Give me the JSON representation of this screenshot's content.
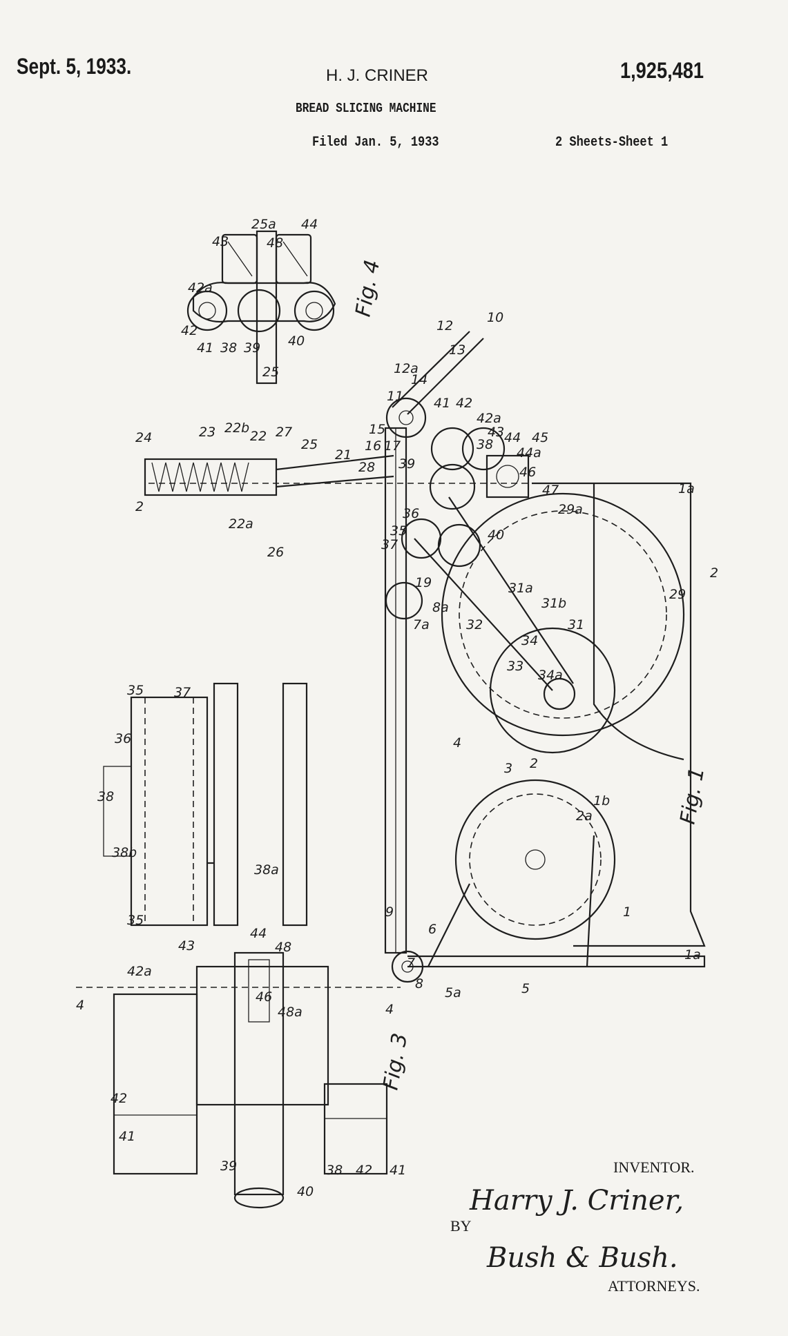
{
  "header": {
    "date": "Sept. 5, 1933.",
    "inventor": "H. J. CRINER",
    "patent_number": "1,925,481",
    "title": "BREAD SLICING MACHINE",
    "filed": "Filed Jan. 5, 1933",
    "sheets": "2 Sheets-Sheet 1"
  },
  "figures": {
    "fig1": "Fig. 1",
    "fig3": "Fig. 3",
    "fig4": "Fig. 4"
  },
  "footer": {
    "inventor_label": "INVENTOR.",
    "inventor_signature": "Harry J. Criner,",
    "by_label": "BY",
    "attorney_signature": "Bush & Bush.",
    "attorneys_label": "ATTORNEYS."
  },
  "labels": [
    "43",
    "25a",
    "48",
    "44",
    "42a",
    "42",
    "41",
    "38",
    "39",
    "40",
    "25",
    "10",
    "12",
    "13",
    "12a",
    "14",
    "11",
    "41",
    "42",
    "42a",
    "43",
    "38",
    "44",
    "44a",
    "45",
    "46",
    "15",
    "16",
    "17",
    "39",
    "21",
    "28",
    "25",
    "27",
    "22",
    "22b",
    "23",
    "24",
    "22a",
    "26",
    "2",
    "36",
    "35",
    "37",
    "47",
    "29a",
    "1a",
    "2",
    "29",
    "40",
    "19",
    "8a",
    "7a",
    "32",
    "31a",
    "31b",
    "31",
    "34",
    "33",
    "34a",
    "4",
    "3",
    "2",
    "2a",
    "1b",
    "1",
    "9",
    "6",
    "7",
    "8",
    "5a",
    "5",
    "1a",
    "35",
    "37",
    "36",
    "38",
    "38b",
    "38a",
    "35",
    "42a",
    "43",
    "44",
    "48",
    "46",
    "48a",
    "4",
    "4",
    "42",
    "41",
    "39",
    "40",
    "38",
    "42",
    "41"
  ]
}
